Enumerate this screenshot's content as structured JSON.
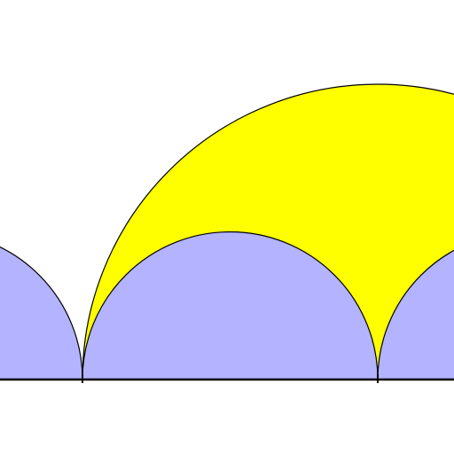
{
  "diagram": {
    "type": "tangent-semicircle-arbelos-figure",
    "colors": {
      "background": "#ffffff",
      "large_arc_fill": "#ffff00",
      "small_arc_fill": "#b3b3ff",
      "stroke": "#000000"
    },
    "shapes": [
      {
        "name": "large-yellow-arc",
        "kind": "semicircle",
        "fill_role": "large_arc_fill"
      },
      {
        "name": "left-lavender-arc",
        "kind": "semicircle",
        "fill_role": "small_arc_fill"
      },
      {
        "name": "middle-lavender-arc",
        "kind": "semicircle",
        "fill_role": "small_arc_fill"
      },
      {
        "name": "right-lavender-arc",
        "kind": "semicircle",
        "fill_role": "small_arc_fill"
      }
    ],
    "tick_marks": 2
  }
}
